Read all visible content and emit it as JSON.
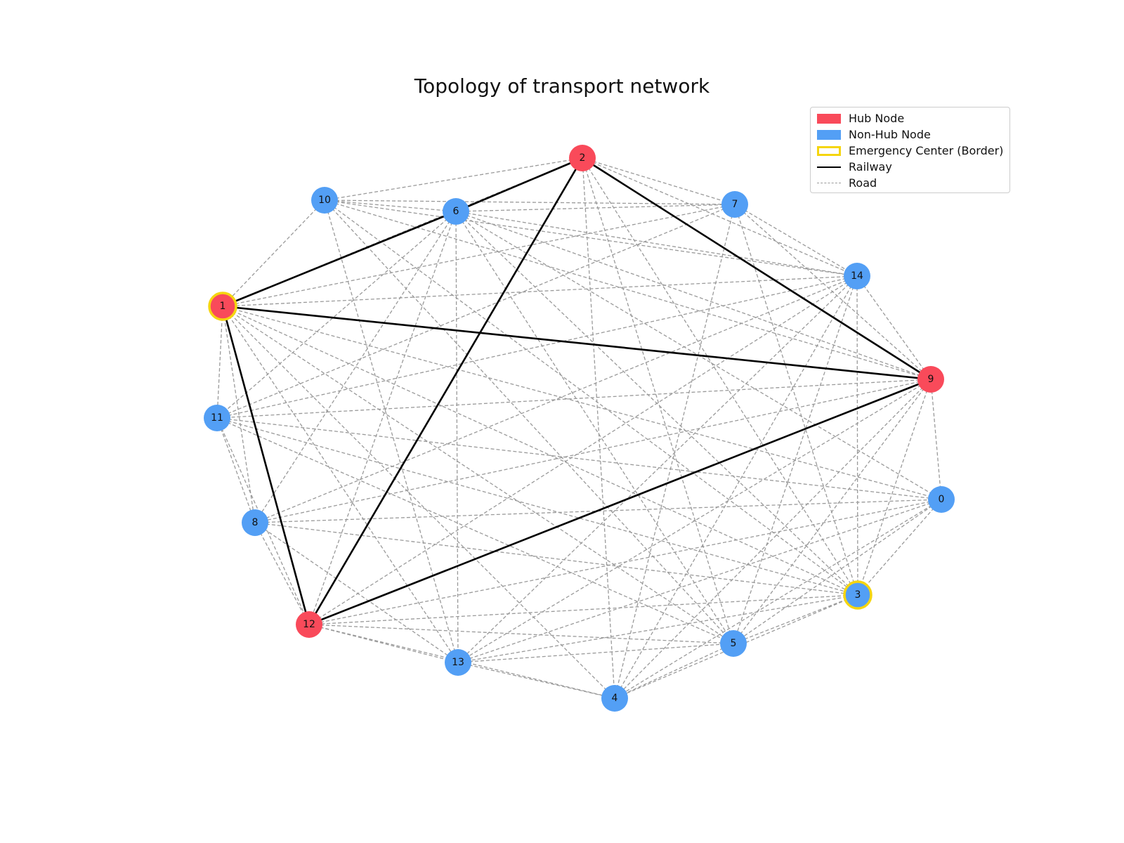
{
  "title": "Topology of transport network",
  "colors": {
    "hub": "#f94a5a",
    "non_hub": "#539ff5",
    "emergency_border": "#f5d50f",
    "railway": "#000000",
    "road": "#9a9a9a"
  },
  "legend": {
    "hub": "Hub Node",
    "non_hub": "Non-Hub Node",
    "emergency": "Emergency Center (Border)",
    "railway": "Railway",
    "road": "Road"
  },
  "nodes": [
    {
      "id": "0",
      "type": "non-hub",
      "emergency": false
    },
    {
      "id": "1",
      "type": "hub",
      "emergency": true
    },
    {
      "id": "2",
      "type": "hub",
      "emergency": false
    },
    {
      "id": "3",
      "type": "non-hub",
      "emergency": true
    },
    {
      "id": "4",
      "type": "non-hub",
      "emergency": false
    },
    {
      "id": "5",
      "type": "non-hub",
      "emergency": false
    },
    {
      "id": "6",
      "type": "non-hub",
      "emergency": false
    },
    {
      "id": "7",
      "type": "non-hub",
      "emergency": false
    },
    {
      "id": "8",
      "type": "non-hub",
      "emergency": false
    },
    {
      "id": "9",
      "type": "hub",
      "emergency": false
    },
    {
      "id": "10",
      "type": "non-hub",
      "emergency": false
    },
    {
      "id": "11",
      "type": "non-hub",
      "emergency": false
    },
    {
      "id": "12",
      "type": "hub",
      "emergency": false
    },
    {
      "id": "13",
      "type": "non-hub",
      "emergency": false
    },
    {
      "id": "14",
      "type": "non-hub",
      "emergency": false
    }
  ],
  "railways": [
    [
      "1",
      "6"
    ],
    [
      "2",
      "6"
    ],
    [
      "1",
      "9"
    ],
    [
      "1",
      "12"
    ],
    [
      "2",
      "9"
    ],
    [
      "2",
      "12"
    ],
    [
      "9",
      "12"
    ]
  ],
  "roads": [
    [
      "10",
      "2"
    ],
    [
      "10",
      "7"
    ],
    [
      "10",
      "6"
    ],
    [
      "10",
      "14"
    ],
    [
      "10",
      "9"
    ],
    [
      "10",
      "3"
    ],
    [
      "10",
      "5"
    ],
    [
      "10",
      "13"
    ],
    [
      "10",
      "1"
    ],
    [
      "6",
      "7"
    ],
    [
      "6",
      "14"
    ],
    [
      "6",
      "9"
    ],
    [
      "6",
      "0"
    ],
    [
      "6",
      "3"
    ],
    [
      "6",
      "5"
    ],
    [
      "6",
      "13"
    ],
    [
      "6",
      "12"
    ],
    [
      "6",
      "8"
    ],
    [
      "6",
      "11"
    ],
    [
      "2",
      "7"
    ],
    [
      "2",
      "14"
    ],
    [
      "2",
      "3"
    ],
    [
      "2",
      "5"
    ],
    [
      "2",
      "4"
    ],
    [
      "2",
      "1"
    ],
    [
      "7",
      "14"
    ],
    [
      "7",
      "9"
    ],
    [
      "7",
      "1"
    ],
    [
      "7",
      "11"
    ],
    [
      "7",
      "4"
    ],
    [
      "7",
      "3"
    ],
    [
      "14",
      "9"
    ],
    [
      "14",
      "1"
    ],
    [
      "14",
      "11"
    ],
    [
      "14",
      "8"
    ],
    [
      "14",
      "12"
    ],
    [
      "14",
      "13"
    ],
    [
      "14",
      "4"
    ],
    [
      "14",
      "3"
    ],
    [
      "14",
      "5"
    ],
    [
      "1",
      "11"
    ],
    [
      "1",
      "8"
    ],
    [
      "1",
      "0"
    ],
    [
      "1",
      "3"
    ],
    [
      "1",
      "5"
    ],
    [
      "1",
      "4"
    ],
    [
      "1",
      "13"
    ],
    [
      "9",
      "11"
    ],
    [
      "9",
      "8"
    ],
    [
      "9",
      "0"
    ],
    [
      "9",
      "3"
    ],
    [
      "9",
      "5"
    ],
    [
      "9",
      "4"
    ],
    [
      "9",
      "13"
    ],
    [
      "11",
      "8"
    ],
    [
      "11",
      "12"
    ],
    [
      "11",
      "0"
    ],
    [
      "11",
      "3"
    ],
    [
      "11",
      "5"
    ],
    [
      "8",
      "12"
    ],
    [
      "8",
      "0"
    ],
    [
      "8",
      "3"
    ],
    [
      "8",
      "13"
    ],
    [
      "0",
      "3"
    ],
    [
      "0",
      "5"
    ],
    [
      "0",
      "4"
    ],
    [
      "0",
      "13"
    ],
    [
      "0",
      "12"
    ],
    [
      "3",
      "12"
    ],
    [
      "3",
      "5"
    ],
    [
      "3",
      "4"
    ],
    [
      "3",
      "13"
    ],
    [
      "12",
      "13"
    ],
    [
      "12",
      "4"
    ],
    [
      "12",
      "5"
    ],
    [
      "13",
      "4"
    ],
    [
      "13",
      "5"
    ],
    [
      "5",
      "4"
    ]
  ]
}
